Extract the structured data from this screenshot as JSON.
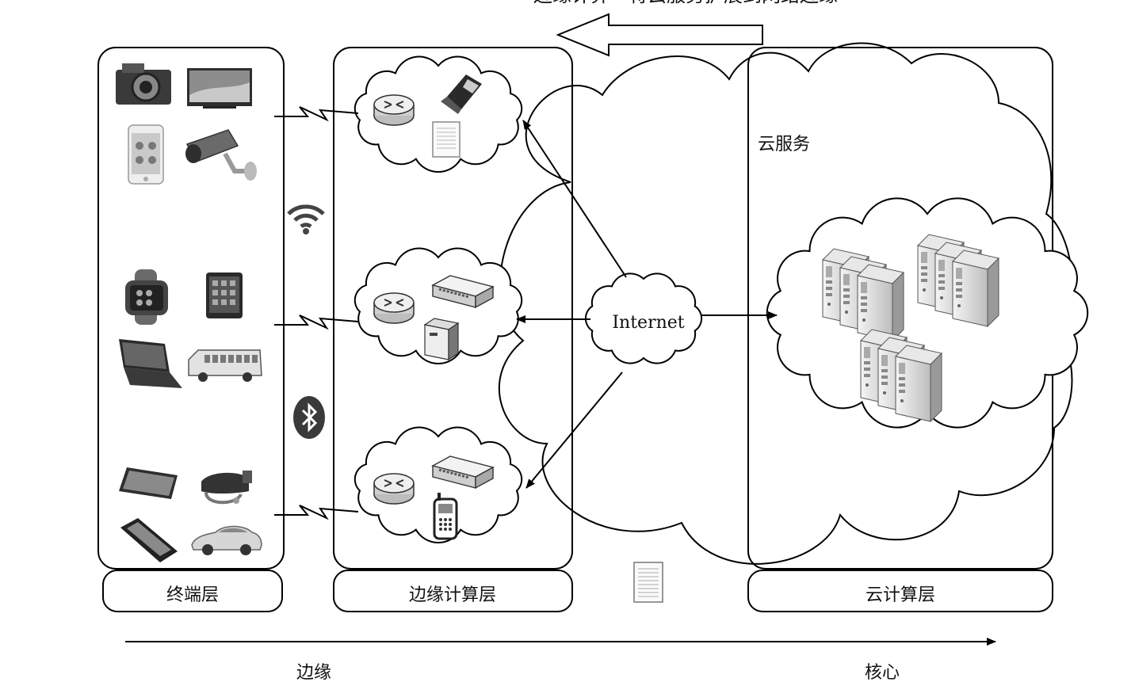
{
  "top_caption": "边缘计算一将云服务扩展到网络边缘",
  "cloud_services_label": "云服务",
  "internet_label": "Internet",
  "layers": {
    "terminal": "终端层",
    "edge": "边缘计算层",
    "cloud": "云计算层"
  },
  "axis": {
    "left": "边缘",
    "right": "核心"
  },
  "icons": {
    "terminal_devices": [
      "camera-icon",
      "tv-icon",
      "smartphone-icon",
      "cctv-camera-icon",
      "smartwatch-icon",
      "tablet-icon",
      "laptop-icon",
      "bus-icon",
      "surface-tablet-icon",
      "vr-headset-icon",
      "iphone-icon",
      "car-icon"
    ],
    "wireless": [
      "wifi-icon",
      "bluetooth-icon"
    ],
    "edge_nodes": [
      [
        "router-icon",
        "mobile-phone-icon",
        "document-icon"
      ],
      [
        "router-icon",
        "switch-icon",
        "server-icon"
      ],
      [
        "router-icon",
        "switch-icon",
        "cellphone-icon"
      ]
    ],
    "cloud": [
      "server-rack-icon",
      "server-rack-icon",
      "server-rack-icon"
    ],
    "misc": [
      "document-icon"
    ]
  },
  "colors": {
    "stroke": "#000000",
    "fill": "#ffffff",
    "icon_dark": "#3a3a3a",
    "icon_mid": "#8a8a8a",
    "icon_light": "#d6d6d6"
  }
}
